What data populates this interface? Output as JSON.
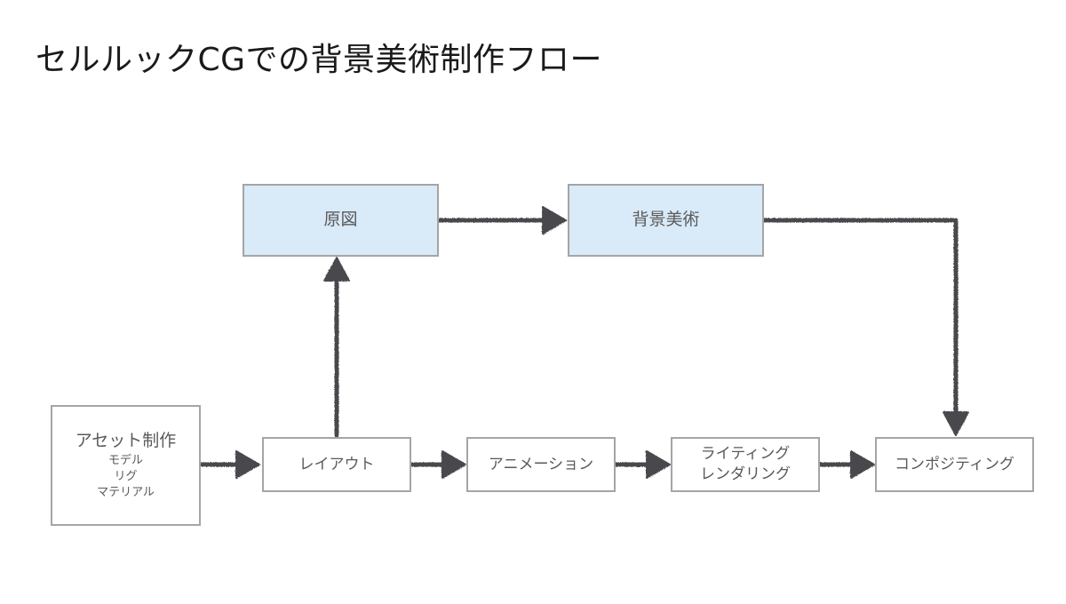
{
  "title": "セルルックCGでの背景美術制作フロー",
  "nodes": {
    "genzu": "原図",
    "haikei": "背景美術",
    "asset": {
      "label": "アセット制作",
      "items": [
        "モデル",
        "リグ",
        "マテリアル"
      ]
    },
    "layout": "レイアウト",
    "animation": "アニメーション",
    "lighting": {
      "line1": "ライティング",
      "line2": "レンダリング"
    },
    "composite": "コンポジティング"
  },
  "colors": {
    "highlight_fill": "#d9eaf8",
    "box_border": "#a5a5a5",
    "arrow": "#4a4a4e",
    "text": "#5a5a5a"
  }
}
